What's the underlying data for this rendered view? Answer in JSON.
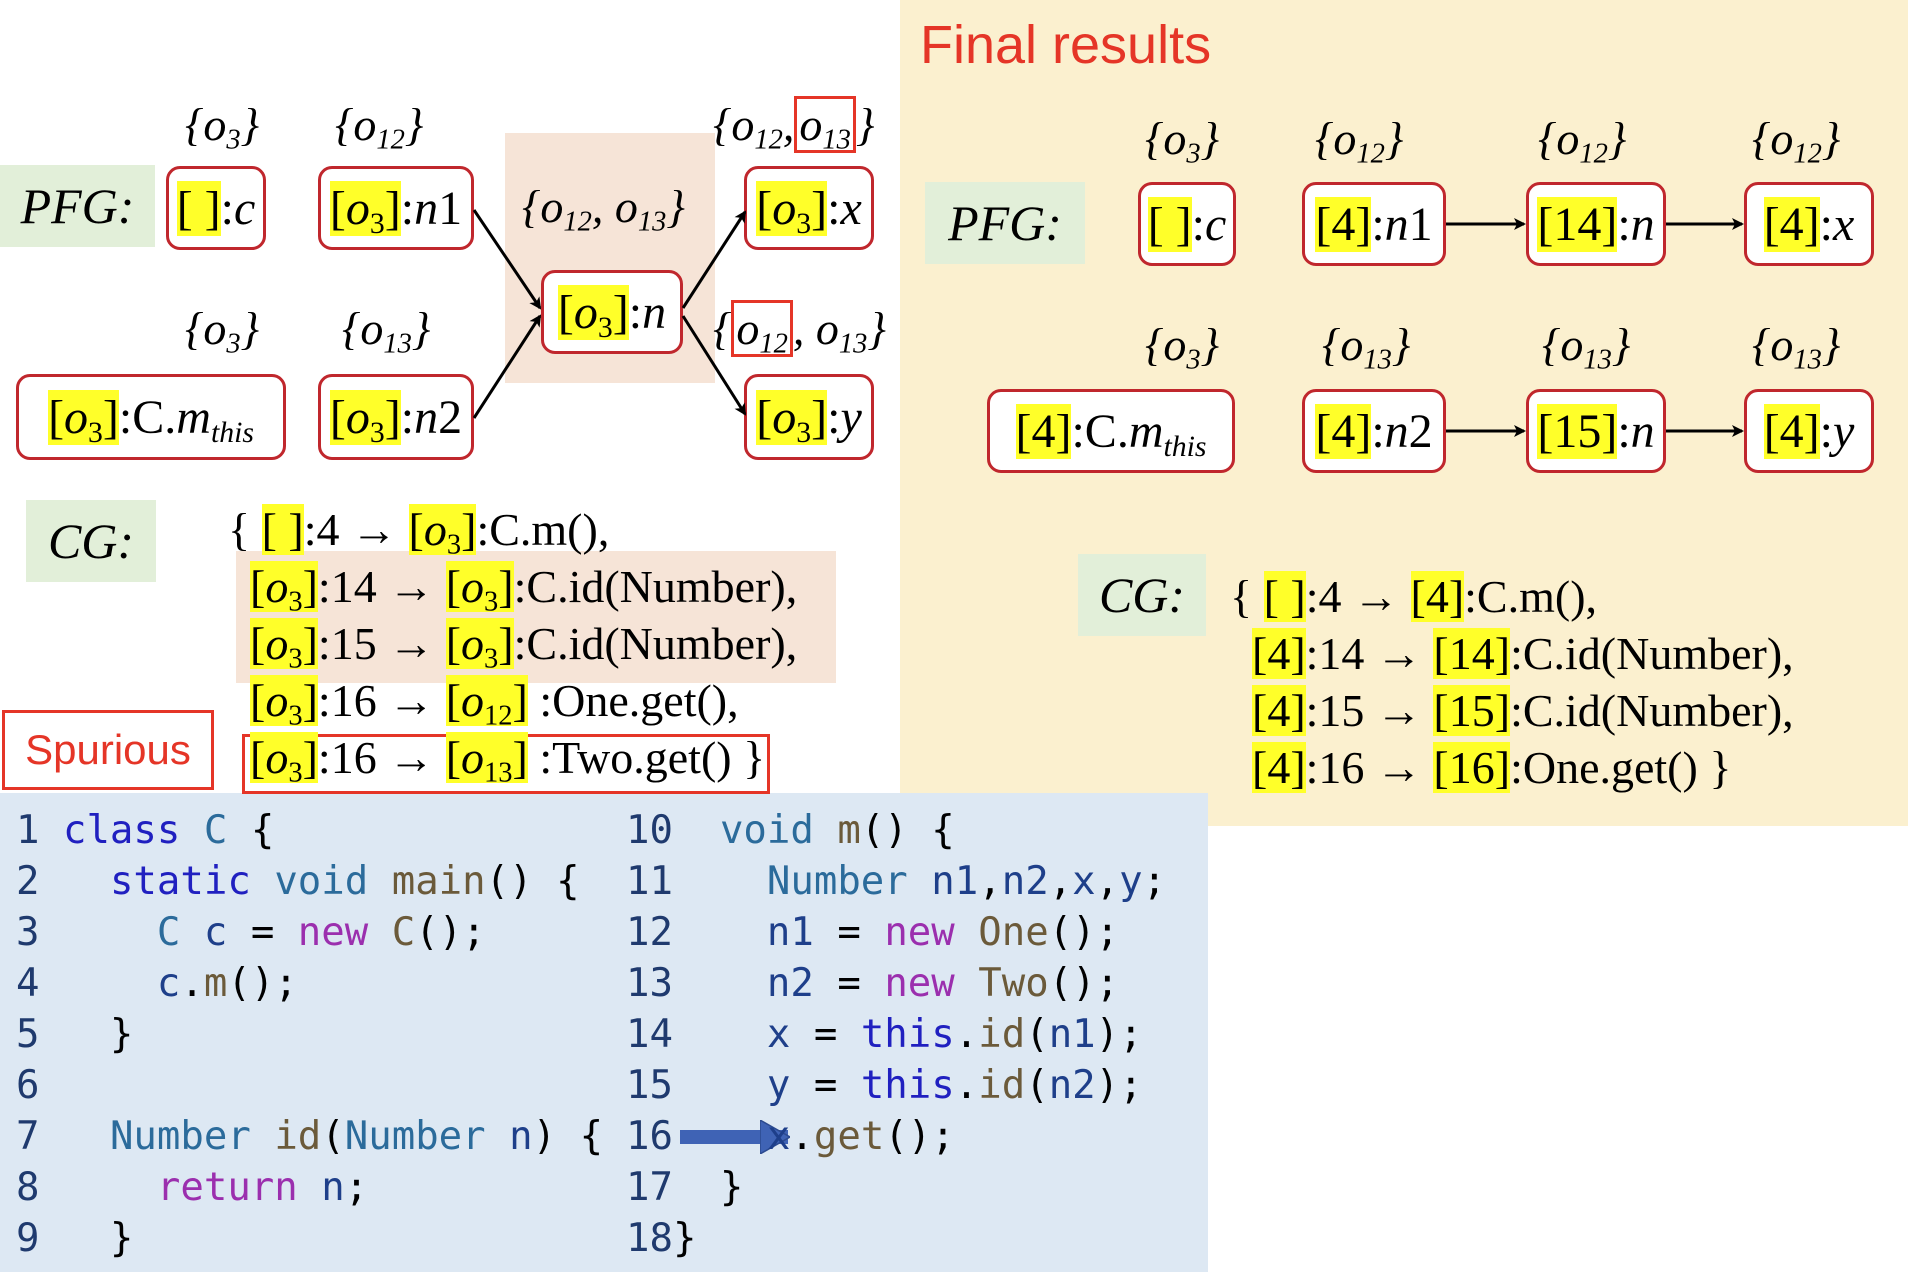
{
  "title": "Final results",
  "pfg_label": "PFG:",
  "cg_label": "CG:",
  "spurious_label": "Spurious",
  "left_pfg": {
    "sets": {
      "c": "{o3}",
      "n1": "{o12}",
      "n": "{o12, o13}",
      "x": "{o12, o13}",
      "mthis": "{o3}",
      "n2": "{o13}",
      "y": "{o12, o13}"
    },
    "nodes": {
      "c": {
        "ctx": "[ ]",
        "var": "c"
      },
      "n1": {
        "ctx": "[o3]",
        "var": "n1"
      },
      "n": {
        "ctx": "[o3]",
        "var": "n"
      },
      "x": {
        "ctx": "[o3]",
        "var": "x"
      },
      "mthis": {
        "ctx": "[o3]",
        "var": "C.mthis"
      },
      "n2": {
        "ctx": "[o3]",
        "var": "n2"
      },
      "y": {
        "ctx": "[o3]",
        "var": "y"
      }
    }
  },
  "left_cg": [
    "{ [ ]:4 → [o3]:C.m(),",
    "[o3]:14 → [o3]:C.id(Number),",
    "[o3]:15 → [o3]:C.id(Number),",
    "[o3]:16 → [o12] :One.get(),",
    "[o3]:16 → [o13] :Two.get() }"
  ],
  "right_pfg": {
    "sets_top": [
      "{o3}",
      "{o12}",
      "{o12}",
      "{o12}"
    ],
    "sets_bottom": [
      "{o3}",
      "{o13}",
      "{o13}",
      "{o13}"
    ],
    "nodes_top": [
      {
        "ctx": "[ ]",
        "var": "c"
      },
      {
        "ctx": "[4]",
        "var": "n1"
      },
      {
        "ctx": "[14]",
        "var": "n"
      },
      {
        "ctx": "[4]",
        "var": "x"
      }
    ],
    "nodes_bottom": [
      {
        "ctx": "[4]",
        "var": "C.mthis"
      },
      {
        "ctx": "[4]",
        "var": "n2"
      },
      {
        "ctx": "[15]",
        "var": "n"
      },
      {
        "ctx": "[4]",
        "var": "y"
      }
    ]
  },
  "right_cg": [
    "{ [ ]:4 → [4]:C.m(),",
    "[4]:14 → [14]:C.id(Number),",
    "[4]:15 → [15]:C.id(Number),",
    "[4]:16 → [16]:One.get() }"
  ],
  "code_left": [
    {
      "n": "1",
      "text": "class C {"
    },
    {
      "n": "2",
      "text": "  static void main() {"
    },
    {
      "n": "3",
      "text": "    C c = new C();"
    },
    {
      "n": "4",
      "text": "    c.m();"
    },
    {
      "n": "5",
      "text": "  }"
    },
    {
      "n": "6",
      "text": ""
    },
    {
      "n": "7",
      "text": "  Number id(Number n) {"
    },
    {
      "n": "8",
      "text": "    return n;"
    },
    {
      "n": "9",
      "text": "  }"
    }
  ],
  "code_right": [
    {
      "n": "10",
      "text": "  void m() {"
    },
    {
      "n": "11",
      "text": "    Number n1,n2,x,y;"
    },
    {
      "n": "12",
      "text": "    n1 = new One();"
    },
    {
      "n": "13",
      "text": "    n2 = new Two();"
    },
    {
      "n": "14",
      "text": "    x = this.id(n1);"
    },
    {
      "n": "15",
      "text": "    y = this.id(n2);"
    },
    {
      "n": "16",
      "text": "    x.get();"
    },
    {
      "n": "17",
      "text": "  }"
    },
    {
      "n": "18",
      "text": "}"
    }
  ]
}
